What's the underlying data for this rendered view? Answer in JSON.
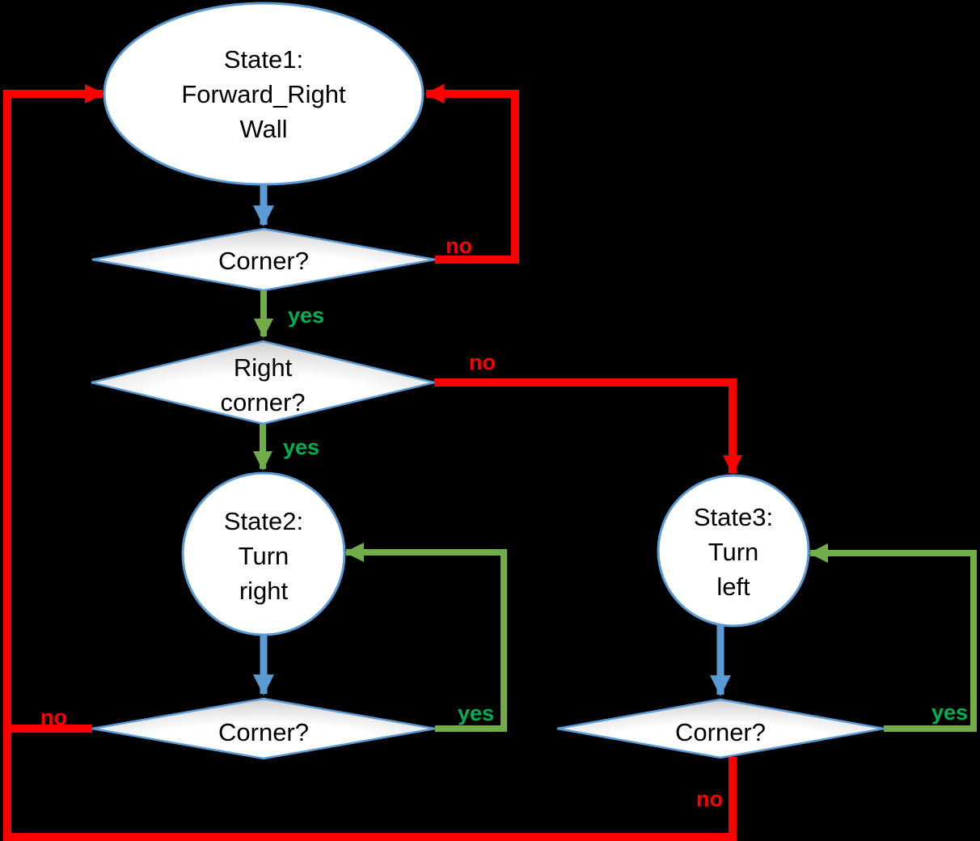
{
  "diagram": {
    "type": "flowchart-state-machine"
  },
  "colors": {
    "background": "#000000",
    "shape_border": "#5B9BD5",
    "shape_fill": "#FFFFFF",
    "flow_line": "#5B9BD5",
    "yes_line": "#70AD47",
    "yes_text": "#00B050",
    "no_line": "#FF0000",
    "no_text": "#FF0000",
    "node_text": "#000000"
  },
  "nodes": {
    "state1": {
      "shape": "ellipse",
      "lines": [
        "State1:",
        "Forward_Right",
        "Wall"
      ]
    },
    "corner_check_top": {
      "shape": "diamond",
      "label": "Corner?"
    },
    "right_corner_check": {
      "shape": "diamond",
      "lines": [
        "Right",
        "corner?"
      ]
    },
    "state2": {
      "shape": "circle",
      "lines": [
        "State2:",
        "Turn",
        "right"
      ]
    },
    "state3": {
      "shape": "circle",
      "lines": [
        "State3:",
        "Turn",
        "left"
      ]
    },
    "corner_check_left": {
      "shape": "diamond",
      "label": "Corner?"
    },
    "corner_check_right": {
      "shape": "diamond",
      "label": "Corner?"
    }
  },
  "edges": {
    "state1_to_corner_top": {
      "from": "state1",
      "to": "corner_check_top",
      "label": ""
    },
    "corner_top_yes": {
      "from": "corner_check_top",
      "to": "right_corner_check",
      "label": "yes"
    },
    "corner_top_no": {
      "from": "corner_check_top",
      "to": "state1",
      "label": "no"
    },
    "right_corner_yes": {
      "from": "right_corner_check",
      "to": "state2",
      "label": "yes"
    },
    "right_corner_no": {
      "from": "right_corner_check",
      "to": "state3",
      "label": "no"
    },
    "state2_to_corner_left": {
      "from": "state2",
      "to": "corner_check_left",
      "label": ""
    },
    "corner_left_yes": {
      "from": "corner_check_left",
      "to": "state2",
      "label": "yes"
    },
    "corner_left_no": {
      "from": "corner_check_left",
      "to": "state1",
      "label": "no"
    },
    "state3_to_corner_right": {
      "from": "state3",
      "to": "corner_check_right",
      "label": ""
    },
    "corner_right_yes": {
      "from": "corner_check_right",
      "to": "state3",
      "label": "yes"
    },
    "corner_right_no": {
      "from": "corner_check_right",
      "to": "state1",
      "label": "no"
    }
  }
}
